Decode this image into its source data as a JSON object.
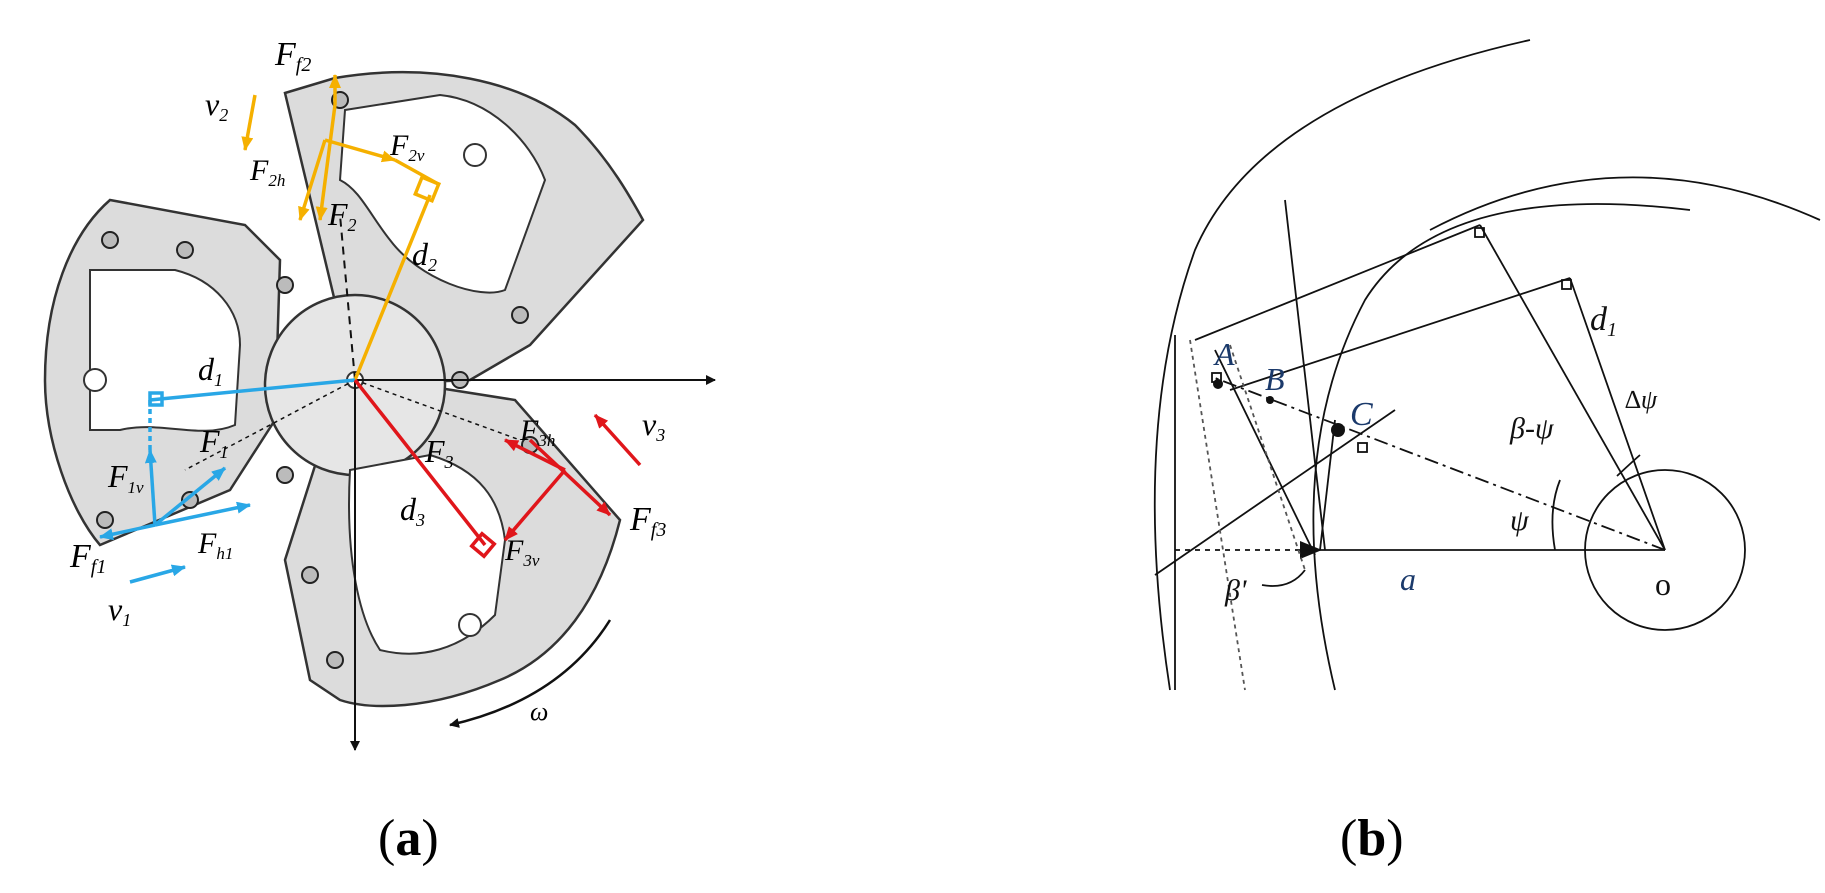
{
  "panel_a": {
    "caption": {
      "open": "(",
      "letter": "a",
      "close": ")"
    },
    "labels": {
      "ff2": "F",
      "ff2_sub": "f2",
      "v2": "v",
      "v2_sub": "2",
      "f2h": "F",
      "f2h_sub": "2h",
      "f2v": "F",
      "f2v_sub": "2v",
      "f2": "F",
      "f2_sub": "2",
      "d2": "d",
      "d2_sub": "2",
      "d1": "d",
      "d1_sub": "1",
      "f1": "F",
      "f1_sub": "1",
      "f1v": "F",
      "f1v_sub": "1v",
      "ff1": "F",
      "ff1_sub": "f1",
      "f1h": "F",
      "f1h_sub": "h1",
      "v1": "v",
      "v1_sub": "1",
      "f3": "F",
      "f3_sub": "3",
      "d3": "d",
      "d3_sub": "3",
      "f3h": "F",
      "f3h_sub": "3h",
      "v3": "v",
      "v3_sub": "3",
      "f3v": "F",
      "f3v_sub": "3v",
      "ff3": "F",
      "ff3_sub": "f3",
      "omega": "ω"
    },
    "colors": {
      "force2": "#f5b000",
      "force1": "#29a7e6",
      "force3": "#e0161b",
      "axes": "#111111"
    }
  },
  "panel_b": {
    "caption": {
      "open": "(",
      "letter": "b",
      "close": ")"
    },
    "labels": {
      "A": "A",
      "B": "B",
      "C": "C",
      "d1": "d",
      "d1_sub": "1",
      "delta_psi": "∆ψ",
      "beta_psi": "β-ψ",
      "psi": "ψ",
      "beta_prime": "β'",
      "a": "a",
      "o": "o"
    }
  }
}
